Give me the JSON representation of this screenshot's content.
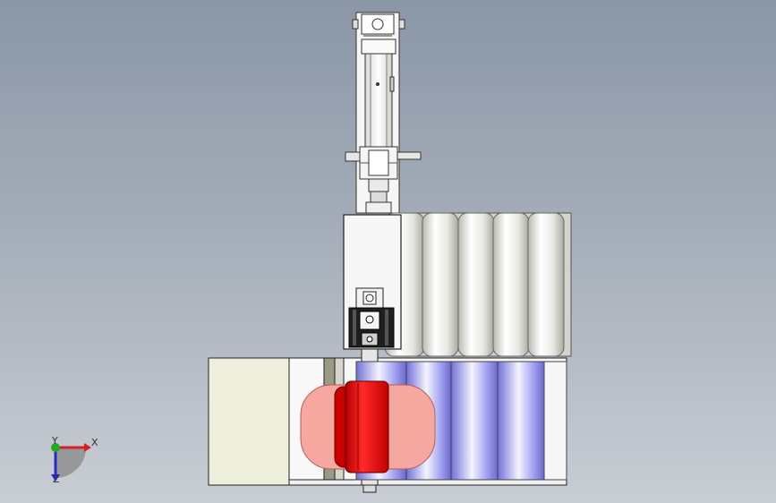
{
  "viewport": {
    "background_top": "#8b97a7",
    "background_bottom": "#c9cdd4"
  },
  "model": {
    "components": [
      "cylinder-actuator",
      "head-block",
      "servo-motor",
      "roller-stack-upper",
      "base-frame",
      "roller-stack-lower",
      "red-drive-roller",
      "pink-bumper"
    ],
    "colors": {
      "metal": "#f2f2f2",
      "roller_grey": "#dcdcd4",
      "roller_blue": "#8f8ff0",
      "drive_red": "#e60000",
      "bumper_pink": "#f6a8a0",
      "panel_cream": "#eeeedc",
      "motor_black": "#222222"
    }
  },
  "triad": {
    "x_label": "X",
    "y_label": "Y",
    "z_label": "Z",
    "x_color": "#d62020",
    "y_color": "#22aa22",
    "z_color": "#2828c8"
  }
}
